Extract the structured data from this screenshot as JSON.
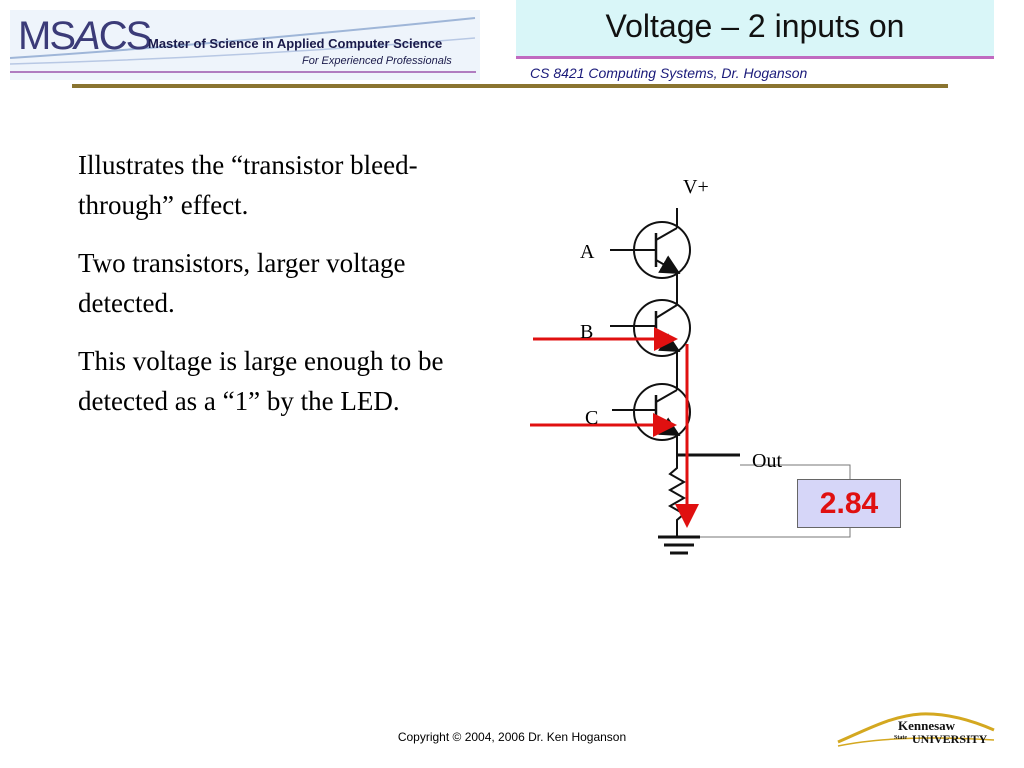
{
  "header": {
    "logo_text_ms": "MS",
    "logo_text_a": "A",
    "logo_text_cs": "CS",
    "logo_tagline": "Master of Science in Applied Computer Science",
    "logo_subtitle": "For Experienced Professionals",
    "slide_title": "Voltage – 2 inputs on",
    "course_line": "CS 8421 Computing Systems, Dr. Hoganson"
  },
  "body": {
    "paragraphs": [
      "Illustrates the “transistor bleed-through” effect.",
      "Two transistors, larger voltage detected.",
      "This voltage is large enough to be detected as a “1” by the LED."
    ]
  },
  "diagram": {
    "supply_label": "V+",
    "input_a_label": "A",
    "input_b_label": "B",
    "input_c_label": "C",
    "output_label": "Out",
    "led_value": "2.84",
    "active_inputs": [
      "B",
      "C"
    ],
    "current_color": "#e01010"
  },
  "footer": {
    "copyright": "Copyright © 2004, 2006 Dr. Ken Hoganson",
    "university_top": "Kennesaw",
    "university_state": "State",
    "university_bottom": "UNIVERSITY"
  }
}
